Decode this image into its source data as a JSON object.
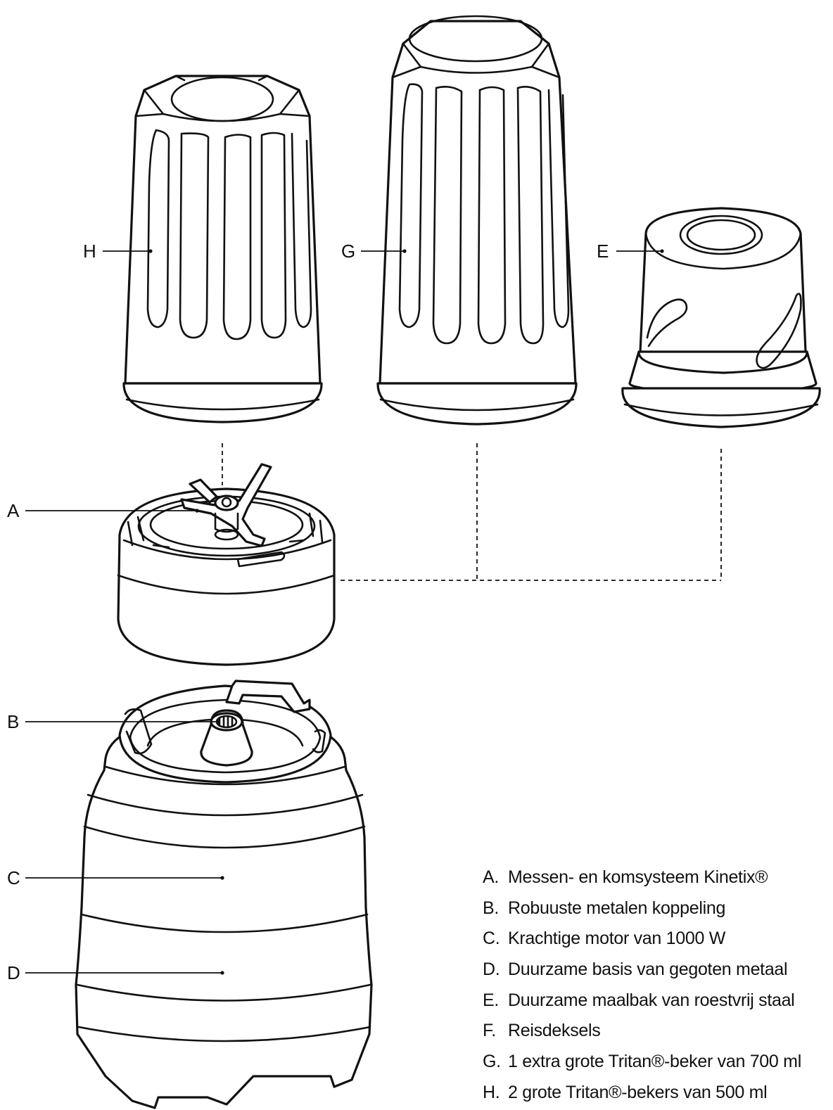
{
  "callouts": {
    "A": "A",
    "B": "B",
    "C": "C",
    "D": "D",
    "E": "E",
    "G": "G",
    "H": "H"
  },
  "legend": [
    {
      "key": "A.",
      "text": "Messen- en komsysteem Kinetix®"
    },
    {
      "key": "B.",
      "text": "Robuuste metalen koppeling"
    },
    {
      "key": "C.",
      "text": "Krachtige motor van 1000 W"
    },
    {
      "key": "D.",
      "text": "Duurzame basis van gegoten metaal"
    },
    {
      "key": "E.",
      "text": "Duurzame maalbak van roestvrij staal"
    },
    {
      "key": "F.",
      "text": "Reisdeksels"
    },
    {
      "key": "G.",
      "text": "1 extra grote Tritan®-beker van 700 ml"
    },
    {
      "key": "H.",
      "text": "2 grote Tritan®-bekers van 500 ml"
    }
  ],
  "colors": {
    "line": "#111111",
    "background": "#ffffff"
  }
}
